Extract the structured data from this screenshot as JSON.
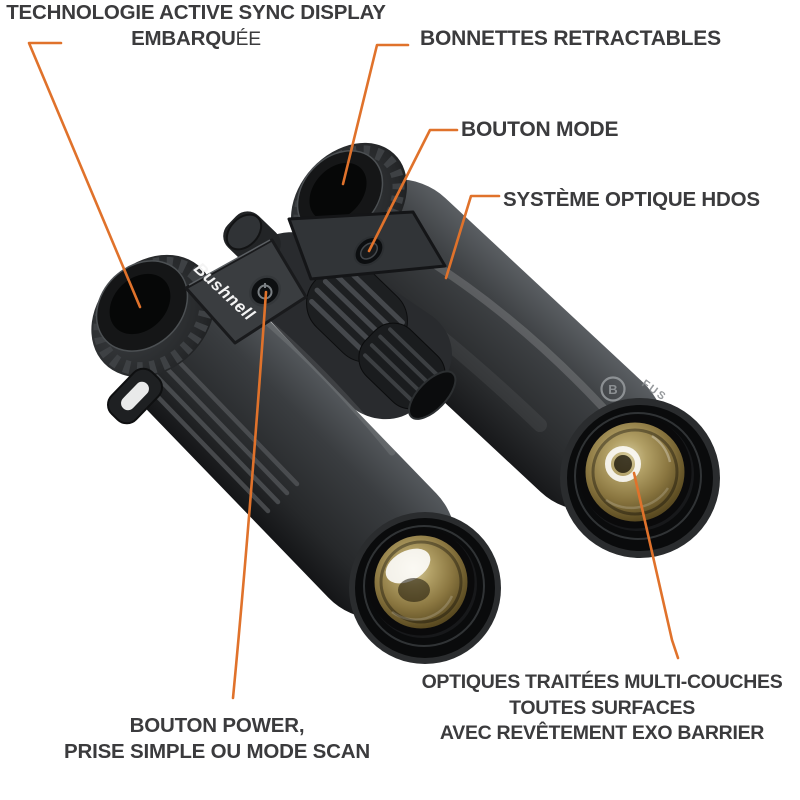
{
  "colors": {
    "accent": "#E0722B",
    "ink": "#3B3B3D",
    "body_dark": "#232527",
    "body_mid": "#3F4245",
    "lens_amber": "#8A7640",
    "background": "#FFFFFF"
  },
  "product": {
    "brand_plate_logo": "Bushnell",
    "side_logo_letter": "B",
    "side_logo_text": "FUS"
  },
  "labels": {
    "active_sync": {
      "line1": "TECHNOLOGIE ACTIVE SYNC DISPLAY",
      "line2_main": "EMBARQU",
      "line2_caps": "ÉE"
    },
    "bonnettes": {
      "text": "BONNETTES RETRACTABLES"
    },
    "bouton_mode": {
      "text": "BOUTON MODE"
    },
    "systeme_optique": {
      "text": "SYSTÈME OPTIQUE HDOS"
    },
    "optiques": {
      "line1": "OPTIQUES TRAITÉES MULTI-COUCHES",
      "line2": "TOUTES SURFACES",
      "line3": "AVEC REVÊTEMENT EXO BARRIER"
    },
    "bouton_power": {
      "line1": "BOUTON POWER,",
      "line2": "PRISE SIMPLE OU MODE SCAN"
    }
  }
}
